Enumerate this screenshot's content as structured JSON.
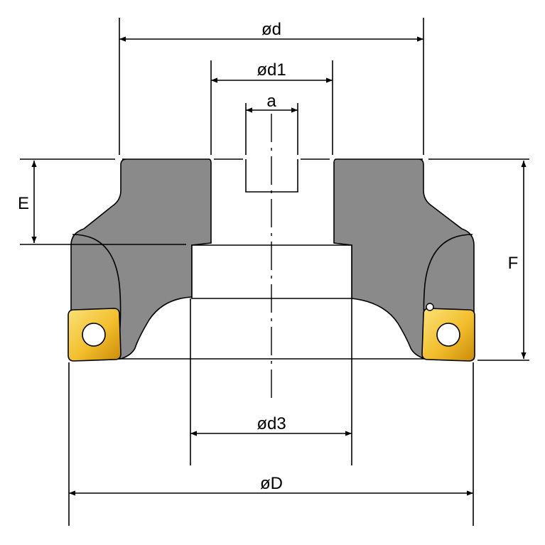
{
  "colors": {
    "body": "#8a8a8a",
    "insert_light": "#f8d24a",
    "insert_dark": "#d89a10",
    "outline": "#000000",
    "background": "#ffffff"
  },
  "labels": {
    "outer_diameter_top": "ød",
    "bore_diameter": "ød1",
    "keyway_width": "a",
    "height_e": "E",
    "height_f": "F",
    "recess_diameter": "ød3",
    "cutting_diameter": "øD"
  }
}
